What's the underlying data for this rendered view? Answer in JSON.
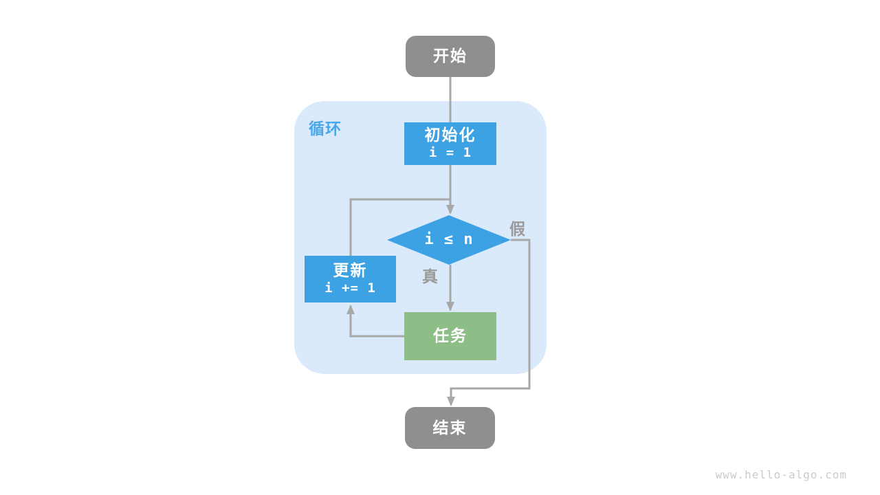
{
  "diagram": {
    "type": "flowchart",
    "container_label": "循环",
    "nodes": {
      "start": {
        "label": "开始"
      },
      "init": {
        "label": "初始化",
        "code": "i = 1"
      },
      "condition": {
        "code": "i ≤ n"
      },
      "update": {
        "label": "更新",
        "code": "i += 1"
      },
      "task": {
        "label": "任务"
      },
      "end": {
        "label": "结束"
      }
    },
    "branch_labels": {
      "true": "真",
      "false": "假"
    },
    "colors": {
      "node_gray": "#8f8f8f",
      "node_blue": "#3da2e3",
      "node_green": "#8dbe88",
      "container_bg": "#daeafa",
      "container_label": "#4aa6ea",
      "line": "#a8a8a8",
      "branch_label": "#9a9a9a"
    }
  },
  "watermark": "www.hello-algo.com"
}
